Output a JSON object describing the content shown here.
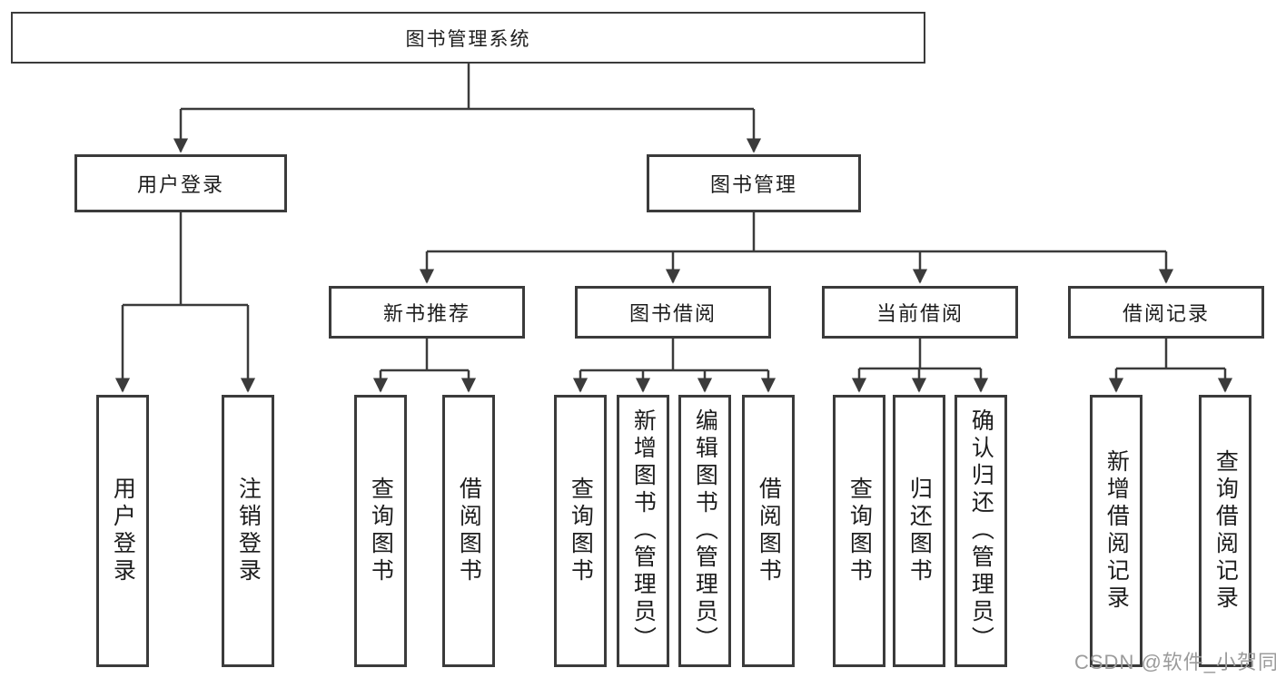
{
  "diagram": {
    "type": "hierarchy-tree",
    "root": "图书管理系统",
    "level2": [
      "用户登录",
      "图书管理"
    ],
    "level3": [
      "新书推荐",
      "图书借阅",
      "当前借阅",
      "借阅记录"
    ],
    "groups": [
      {
        "parent": "用户登录",
        "children": [
          "用户登录",
          "注销登录"
        ]
      },
      {
        "parent": "新书推荐",
        "children": [
          "查询图书",
          "借阅图书"
        ]
      },
      {
        "parent": "图书借阅",
        "children": [
          "查询图书",
          "新增图书（管理员）",
          "编辑图书（管理员）",
          "借阅图书"
        ]
      },
      {
        "parent": "当前借阅",
        "children": [
          "查询图书",
          "归还图书",
          "确认归还（管理员）"
        ]
      },
      {
        "parent": "借阅记录",
        "children": [
          "新增借阅记录",
          "查询借阅记录"
        ]
      }
    ]
  },
  "watermark": "CSDN @软件_小贺同学",
  "colors": {
    "line": "#3b3b3b",
    "box_border": "#3b3b3b",
    "text": "#1d1d1d",
    "watermark": "#9b9b9b",
    "background": "#ffffff"
  }
}
